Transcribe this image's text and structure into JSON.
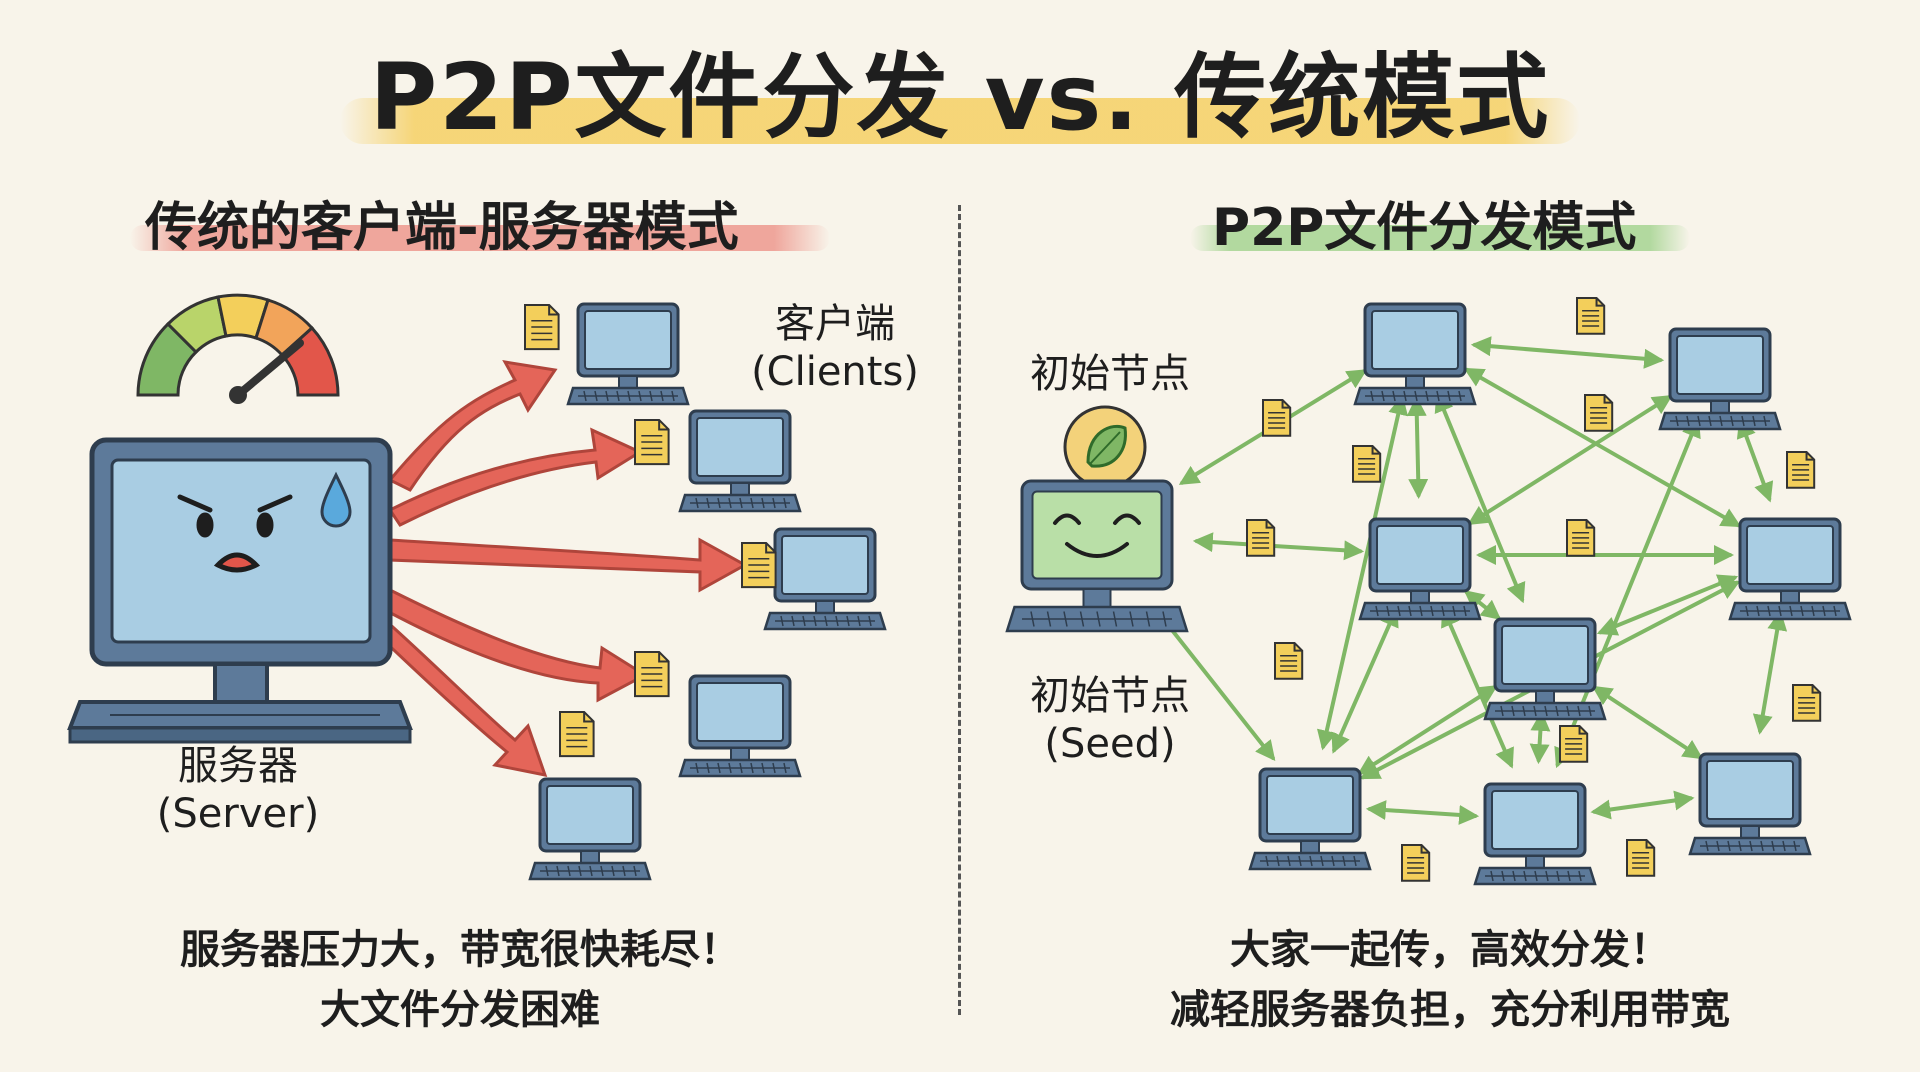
{
  "title": "P2P文件分发 vs. 传统模式",
  "left_panel": {
    "heading": "传统的客户端-服务器模式",
    "server_label": "服务器",
    "server_label_en": "(Server)",
    "clients_label": "客户端",
    "clients_label_en": "(Clients)",
    "caption_line1": "服务器压力大，带宽很快耗尽！",
    "caption_line2": "大文件分发困难"
  },
  "right_panel": {
    "heading": "P2P文件分发模式",
    "seed_label_top": "初始节点",
    "seed_label": "初始节点",
    "seed_label_en": "(Seed)",
    "caption_line1": "大家一起传，高效分发！",
    "caption_line2": "减轻服务器负担，充分利用带宽"
  },
  "colors": {
    "highlight_title": "#f5d064",
    "highlight_left": "#ec8c82",
    "highlight_right": "#a0d28c",
    "arrow_red": "#e2564a",
    "arrow_green": "#7fb765",
    "monitor_body": "#5d7a9a",
    "screen_blue": "#a9cde3",
    "screen_green": "#b9dfa7",
    "document": "#f3cf5b"
  }
}
